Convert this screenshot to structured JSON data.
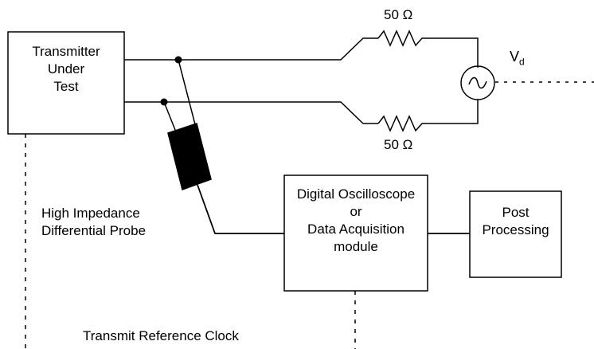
{
  "diagram": {
    "transmitter_box": {
      "lines": [
        "Transmitter",
        "Under",
        "Test"
      ]
    },
    "oscilloscope_box": {
      "lines": [
        "Digital Oscilloscope",
        "or",
        "Data Acquisition",
        "module"
      ]
    },
    "post_box": {
      "lines": [
        "Post",
        "Processing"
      ]
    },
    "resistor_top_label": "50 Ω",
    "resistor_bottom_label": "50 Ω",
    "source_label_main": "V",
    "source_label_sub": "d",
    "probe_label_lines": [
      "High Impedance",
      "Differential Probe"
    ],
    "clock_label": "Transmit Reference Clock"
  }
}
